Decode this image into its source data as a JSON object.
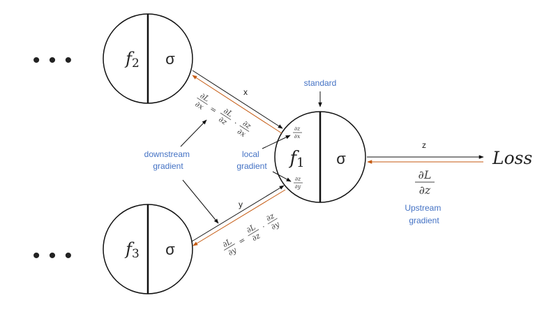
{
  "colors": {
    "ink": "#111111",
    "upstream_arrow": "#c55a11",
    "annotation_text": "#4472c4",
    "formula_text": "#444444"
  },
  "nodes": {
    "f1": {
      "name": "f",
      "sub": "1",
      "activation": "σ"
    },
    "f2": {
      "name": "f",
      "sub": "2",
      "activation": "σ"
    },
    "f3": {
      "name": "f",
      "sub": "3",
      "activation": "σ"
    }
  },
  "ellipsis": "• • •",
  "loss_label": "Loss",
  "edge_labels": {
    "x": "x",
    "y": "y",
    "z": "z"
  },
  "annotations": {
    "standard": "standard",
    "downstream_line1": "downstream",
    "downstream_line2": "gradient",
    "local_line1": "local",
    "local_line2": "gradient",
    "upstream_line1": "Upstream",
    "upstream_line2": "gradient"
  },
  "formulas": {
    "partial": "∂",
    "L": "L",
    "x": "x",
    "y": "y",
    "z": "z",
    "equals": "=",
    "dot": "·"
  }
}
